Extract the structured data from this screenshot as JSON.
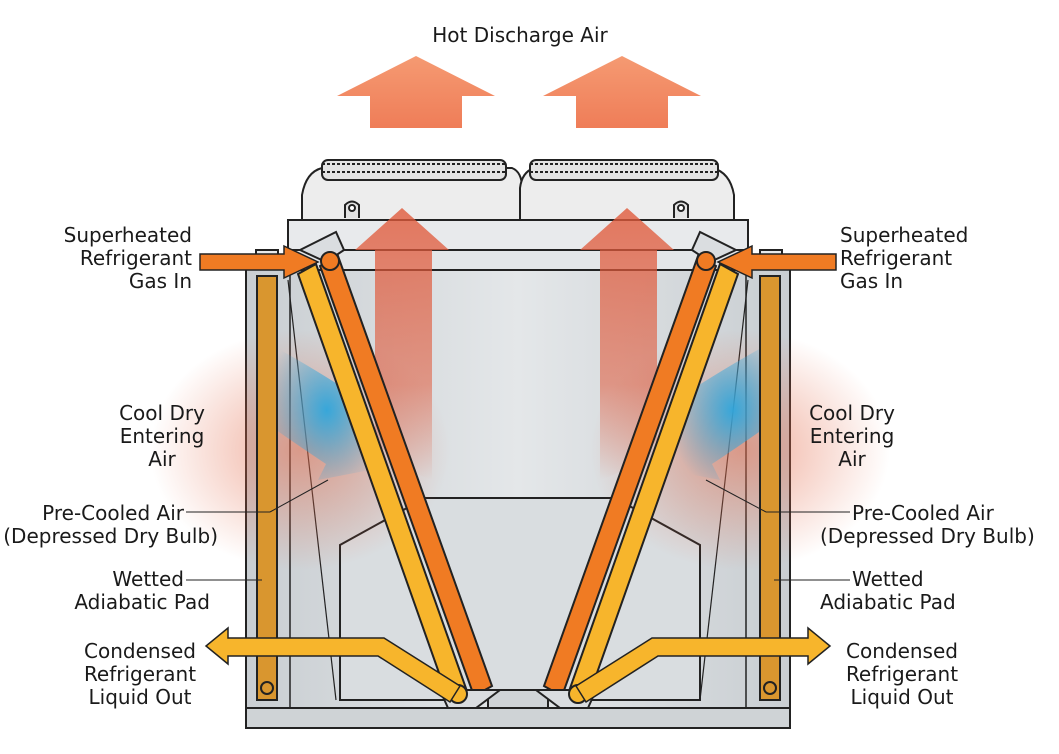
{
  "diagram": {
    "title": "Hot Discharge Air",
    "left": {
      "gas_in": [
        "Superheated",
        "Refrigerant",
        "Gas In"
      ],
      "cool_air": [
        "Cool Dry",
        "Entering",
        "Air"
      ],
      "precooled": [
        "Pre-Cooled Air",
        "(Depressed Dry Bulb)"
      ],
      "pad": [
        "Wetted",
        "Adiabatic Pad"
      ],
      "liquid_out": [
        "Condensed",
        "Refrigerant",
        "Liquid Out"
      ]
    },
    "right": {
      "gas_in": [
        "Superheated",
        "Refrigerant",
        "Gas In"
      ],
      "cool_air": [
        "Cool Dry",
        "Entering",
        "Air"
      ],
      "precooled": [
        "Pre-Cooled Air",
        "(Depressed Dry Bulb)"
      ],
      "pad": [
        "Wetted",
        "Adiabatic Pad"
      ],
      "liquid_out": [
        "Condensed",
        "Refrigerant",
        "Liquid Out"
      ]
    },
    "colors": {
      "casing": "#d4d8db",
      "casing_line": "#222222",
      "hot_air": "#f08a64",
      "cool_air": "#3aa8d8",
      "coil_hot": "#f07b23",
      "coil_cool": "#f7b52c",
      "pad": "#d9962f"
    }
  }
}
